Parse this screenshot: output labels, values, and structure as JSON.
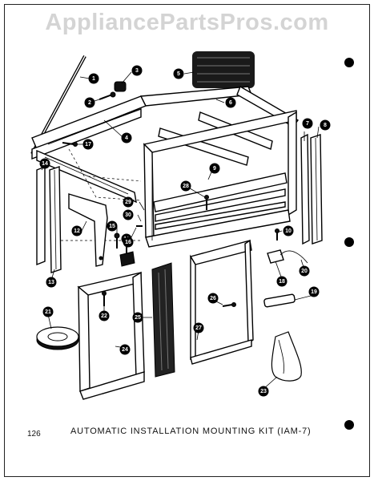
{
  "watermark": "AppliancePartsPros.com",
  "page_number": "126",
  "caption": "AUTOMATIC INSTALLATION MOUNTING KIT (IAM-7)",
  "callouts": [
    "1",
    "2",
    "3",
    "4",
    "5",
    "6",
    "7",
    "8",
    "9",
    "10",
    "11",
    "12",
    "13",
    "14",
    "15",
    "16",
    "17",
    "18",
    "19",
    "20",
    "21",
    "22",
    "23",
    "24",
    "25",
    "26",
    "27",
    "28",
    "29",
    "30"
  ]
}
